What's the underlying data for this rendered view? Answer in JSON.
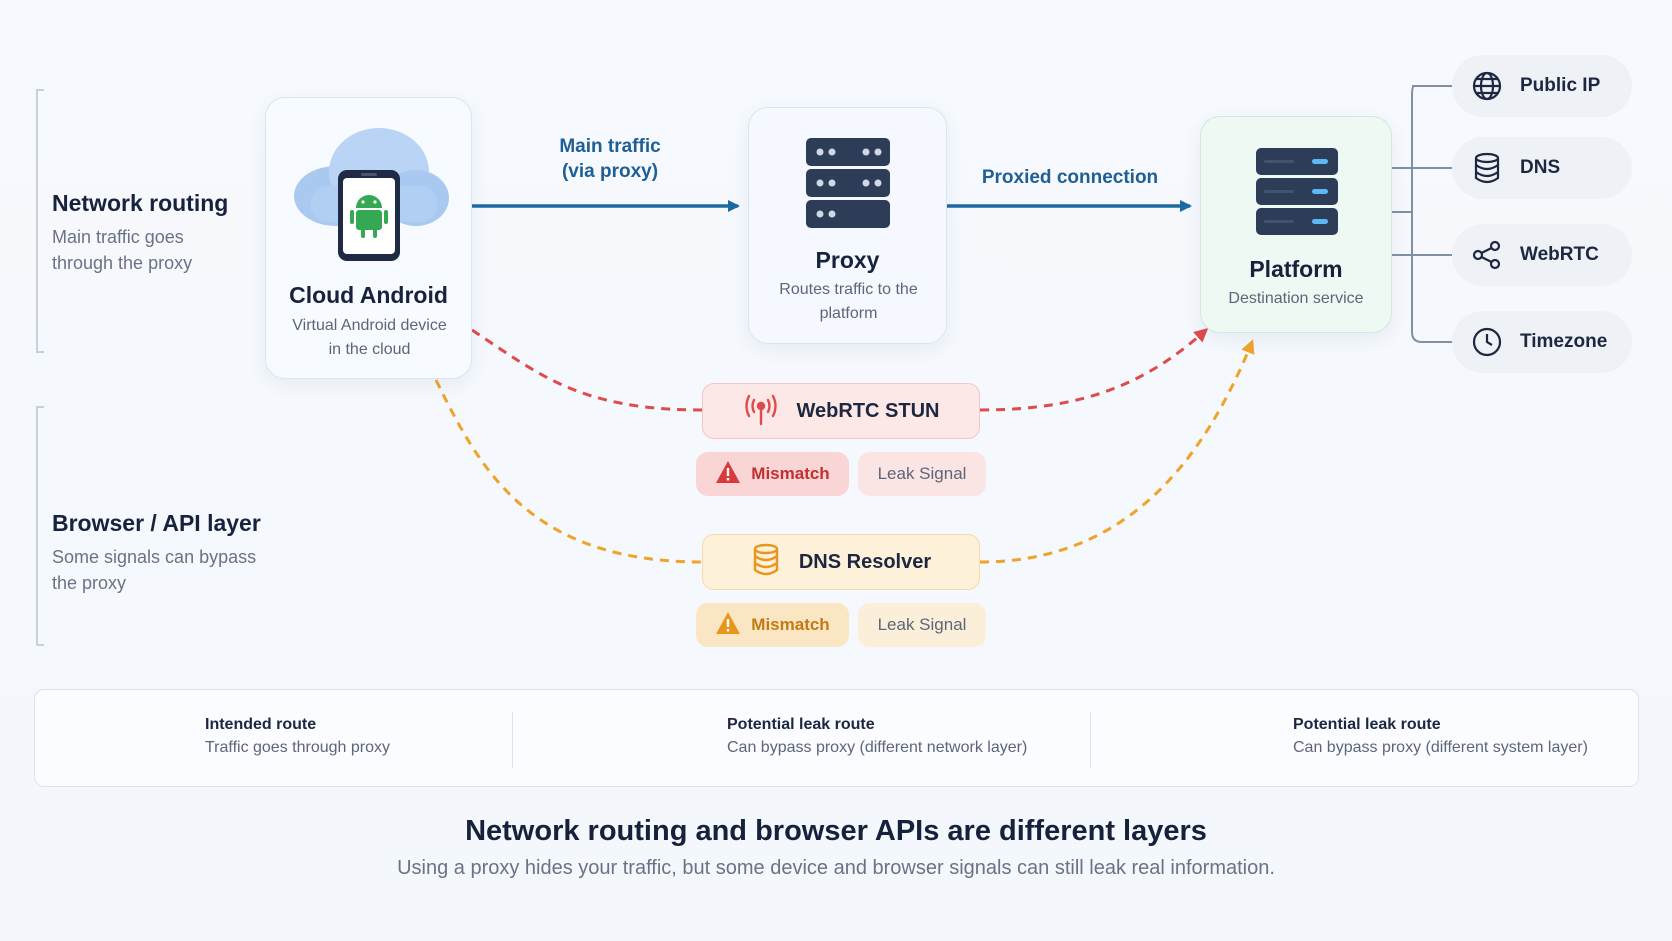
{
  "layers": [
    {
      "title": "Network routing",
      "description": "Main traffic goes through the proxy"
    },
    {
      "title": "Browser / API layer",
      "description": "Some signals can bypass the proxy"
    }
  ],
  "nodes": {
    "cloud_android": {
      "title": "Cloud Android",
      "subtitle": "Virtual Android device in the cloud",
      "icon": "cloud-android-phone-icon"
    },
    "proxy": {
      "title": "Proxy",
      "subtitle": "Routes traffic to the platform",
      "icon": "server-icon"
    },
    "platform": {
      "title": "Platform",
      "subtitle": "Destination service",
      "icon": "server-icon"
    }
  },
  "edges": {
    "main_traffic": "Main traffic\n(via proxy)",
    "proxied_connection": "Proxied connection"
  },
  "signals": [
    {
      "label": "Public IP",
      "icon": "globe-icon"
    },
    {
      "label": "DNS",
      "icon": "database-icon"
    },
    {
      "label": "WebRTC",
      "icon": "share-icon"
    },
    {
      "label": "Timezone",
      "icon": "clock-icon"
    }
  ],
  "leaks": [
    {
      "label": "WebRTC STUN",
      "icon": "antenna-icon",
      "mismatch": "Mismatch",
      "leak_signal": "Leak Signal",
      "color": "#e04a4a"
    },
    {
      "label": "DNS Resolver",
      "icon": "database-icon",
      "mismatch": "Mismatch",
      "leak_signal": "Leak Signal",
      "color": "#f0a22b"
    }
  ],
  "legend": [
    {
      "title": "Intended route",
      "description": "Traffic goes through proxy",
      "color": "#1c6aa3"
    },
    {
      "title": "Potential leak route",
      "description": "Can bypass proxy (different network layer)",
      "color": "#e04a4a"
    },
    {
      "title": "Potential leak route",
      "description": "Can bypass proxy (different system layer)",
      "color": "#f0a22b"
    }
  ],
  "footer": {
    "title": "Network routing and browser APIs are different layers",
    "subtitle": "Using a proxy hides your traffic, but some device and browser signals can still leak real information."
  }
}
